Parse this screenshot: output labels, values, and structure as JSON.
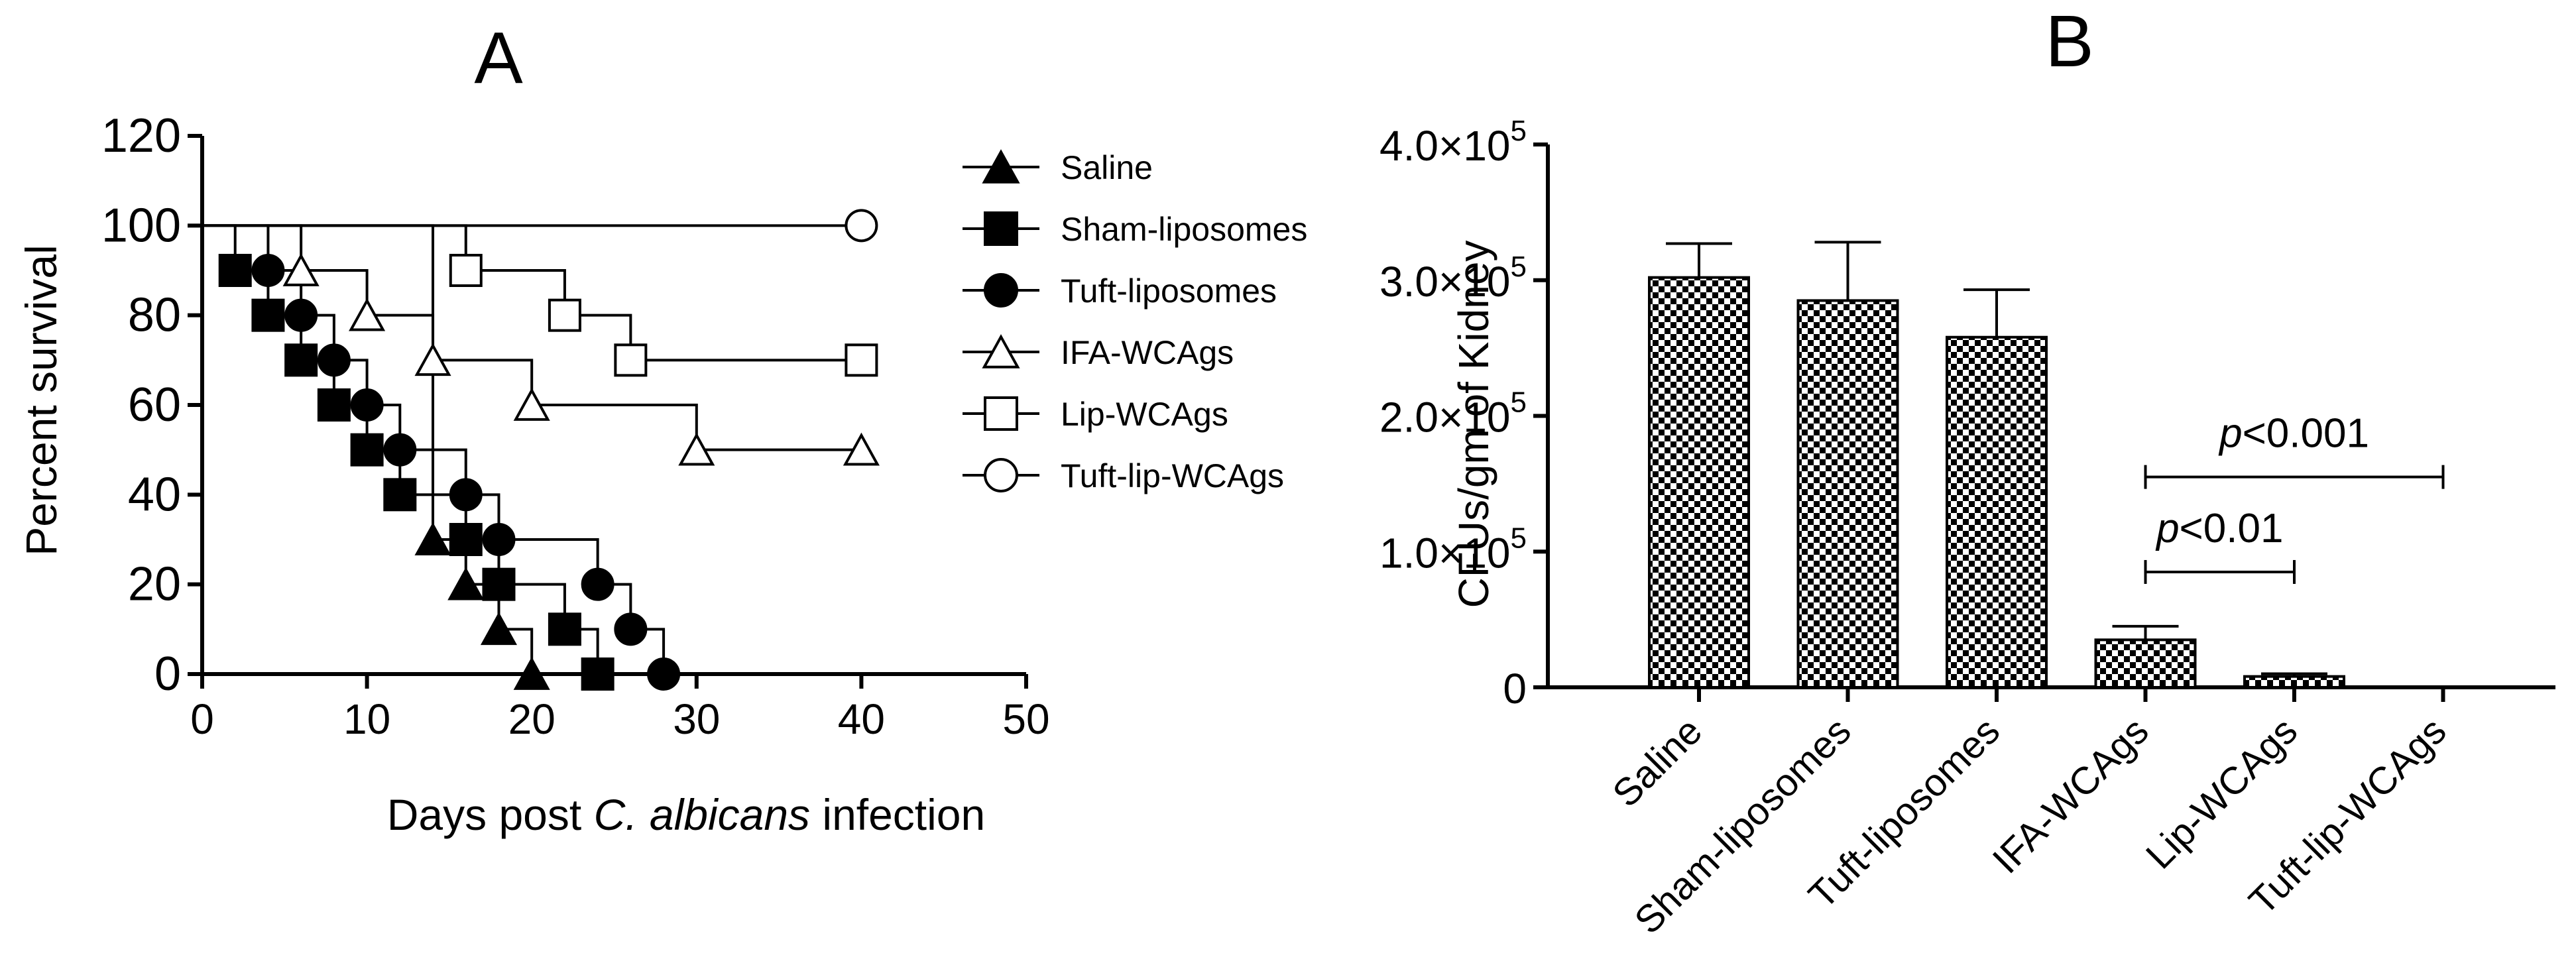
{
  "chart_data": [
    {
      "panel": "A",
      "type": "line",
      "title": "",
      "xlabel_parts": [
        "Days post ",
        "C. albicans",
        " infection"
      ],
      "ylabel": "Percent survival",
      "xlim": [
        0,
        50
      ],
      "ylim": [
        0,
        120
      ],
      "xticks": [
        0,
        10,
        20,
        30,
        40,
        50
      ],
      "yticks": [
        0,
        20,
        40,
        60,
        80,
        100,
        120
      ],
      "legend_position": "right",
      "series": [
        {
          "name": "Saline",
          "marker": "triangle",
          "filled": true,
          "x": [
            0,
            14,
            16,
            18,
            20
          ],
          "y": [
            100,
            30,
            20,
            10,
            0
          ]
        },
        {
          "name": "Sham-liposomes",
          "marker": "square",
          "filled": true,
          "x": [
            0,
            2,
            4,
            6,
            8,
            10,
            12,
            16,
            18,
            22,
            24
          ],
          "y": [
            100,
            90,
            80,
            70,
            60,
            50,
            40,
            30,
            20,
            10,
            0
          ]
        },
        {
          "name": "Tuft-liposomes",
          "marker": "circle",
          "filled": true,
          "x": [
            0,
            4,
            6,
            8,
            10,
            12,
            16,
            18,
            24,
            26,
            28
          ],
          "y": [
            100,
            90,
            80,
            70,
            60,
            50,
            40,
            30,
            20,
            10,
            0
          ]
        },
        {
          "name": "IFA-WCAgs",
          "marker": "triangle",
          "filled": false,
          "x": [
            0,
            6,
            10,
            14,
            20,
            30,
            40
          ],
          "y": [
            100,
            90,
            80,
            70,
            60,
            50,
            50
          ]
        },
        {
          "name": "Lip-WCAgs",
          "marker": "square",
          "filled": false,
          "x": [
            0,
            16,
            22,
            26,
            40
          ],
          "y": [
            100,
            90,
            80,
            70,
            70
          ]
        },
        {
          "name": "Tuft-lip-WCAgs",
          "marker": "circle",
          "filled": false,
          "x": [
            0,
            40
          ],
          "y": [
            100,
            100
          ]
        }
      ]
    },
    {
      "panel": "B",
      "type": "bar",
      "title": "",
      "ylabel": "CFUs/gm of Kidney",
      "ylim": [
        0,
        400000
      ],
      "yticks": [
        {
          "value": 0,
          "label": "0"
        },
        {
          "value": 100000,
          "mant": "1.0",
          "exp": "5"
        },
        {
          "value": 200000,
          "mant": "2.0",
          "exp": "5"
        },
        {
          "value": 300000,
          "mant": "3.0",
          "exp": "5"
        },
        {
          "value": 400000,
          "mant": "4.0",
          "exp": "5"
        }
      ],
      "categories": [
        "Saline",
        "Sham-liposomes",
        "Tuft-liposomes",
        "IFA-WCAgs",
        "Lip-WCAgs",
        "Tuft-lip-WCAgs"
      ],
      "values": [
        302000,
        285000,
        258000,
        35000,
        8000,
        0
      ],
      "errors": [
        25000,
        43000,
        35000,
        10000,
        2000,
        0
      ],
      "annotations": [
        {
          "from": 3,
          "to": 4,
          "y": 85000,
          "italic": "p",
          "rest": "<0.01"
        },
        {
          "from": 3,
          "to": 5,
          "y": 155000,
          "italic": "p",
          "rest": "<0.001"
        }
      ]
    }
  ],
  "panel_labels": {
    "a": "A",
    "b": "B"
  }
}
